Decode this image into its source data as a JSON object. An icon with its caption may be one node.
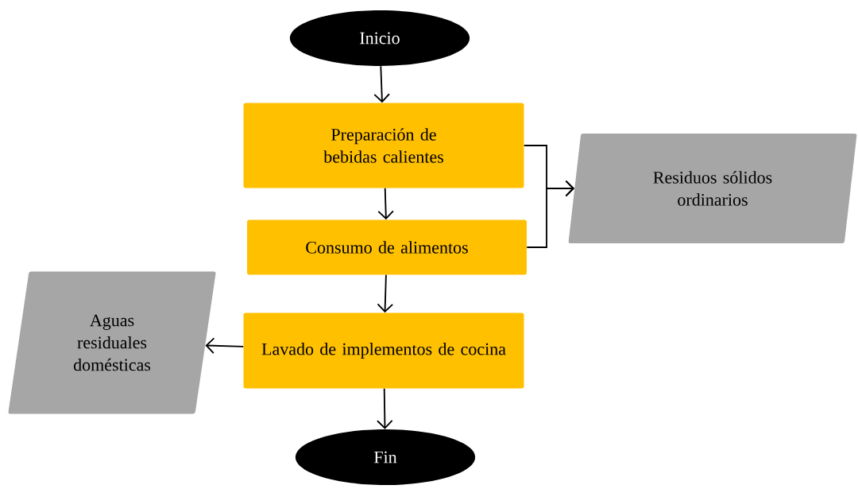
{
  "diagram": {
    "nodes": [
      {
        "text": [
          "Inicio"
        ]
      },
      {
        "text": [
          "Preparación de bebidas calientes"
        ]
      },
      {
        "text": [
          "Residuos sólidos ordinarios"
        ]
      },
      {
        "text": [
          "Consumo de alimentos"
        ]
      },
      {
        "text": [
          "Aguas residuales domésticas"
        ]
      },
      {
        "text": [
          "Lavado de implementos de cocina"
        ]
      },
      {
        "text": [
          "Fin"
        ]
      }
    ],
    "edges": [
      {
        "from": 0,
        "to": 1,
        "arrow": "to"
      },
      {
        "from": 1,
        "to": 3,
        "arrow": "to"
      },
      {
        "from": 1,
        "to": 2,
        "arrow": "to"
      },
      {
        "from": 3,
        "to": 2,
        "arrow": "to"
      },
      {
        "from": 3,
        "to": 5,
        "arrow": "to"
      },
      {
        "from": 5,
        "to": 4,
        "arrow": "to"
      },
      {
        "from": 5,
        "to": 6,
        "arrow": "to"
      }
    ]
  }
}
